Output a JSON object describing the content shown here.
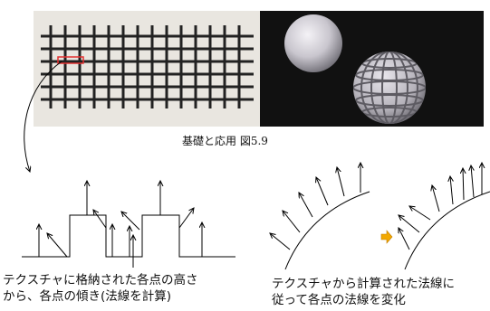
{
  "caption": {
    "main": "基礎と応用 ",
    "fig": "図5.9"
  },
  "left_description": {
    "line1": "テクスチャに格納された各点の高さ",
    "line2": "から、各点の傾き(法線を計算)"
  },
  "right_description": {
    "line1": "テクスチャから計算された法線に",
    "line2": "従って各点の法線を変化"
  },
  "colors": {
    "texture_bg": "#e9e6e0",
    "grid_line": "#222222",
    "highlight_box": "#e23030",
    "render_bg": "#111111",
    "sphere": "#c9c6ce",
    "arrow_head": "#f2a800",
    "ink": "#000000"
  }
}
